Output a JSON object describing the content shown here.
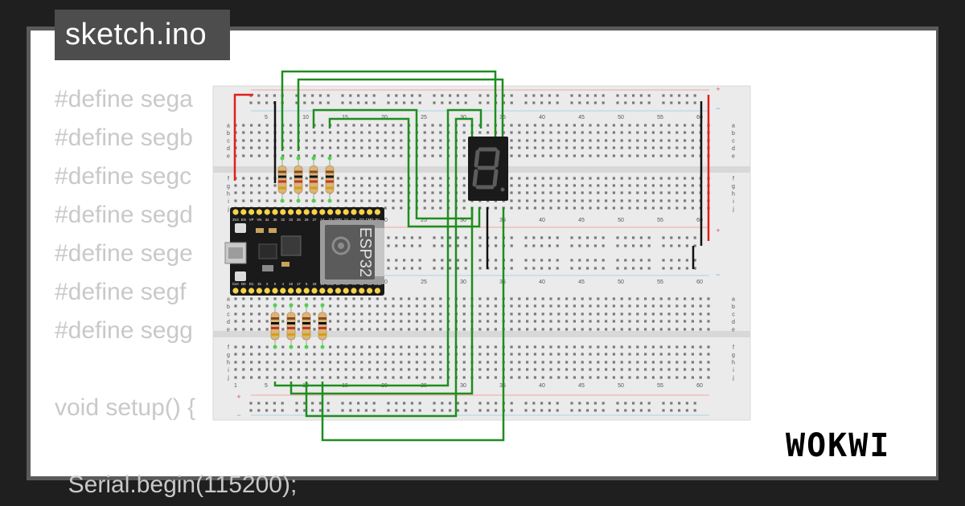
{
  "window": {
    "title": "sketch.ino"
  },
  "code_lines": [
    "#define sega",
    "#define segb",
    "#define segc",
    "#define segd",
    "#define sege",
    "#define segf",
    "#define segg",
    "",
    "void setup() {",
    "",
    "  Serial.begin(115200);"
  ],
  "breadboard": {
    "column_numbers": [
      "1",
      "5",
      "10",
      "15",
      "20",
      "25",
      "30",
      "35",
      "40",
      "45",
      "50",
      "55",
      "60"
    ],
    "row_letters_top": [
      "a",
      "b",
      "c",
      "d",
      "e"
    ],
    "row_letters_bottom": [
      "f",
      "g",
      "h",
      "i",
      "j"
    ],
    "rail_plus": "+",
    "rail_minus": "−"
  },
  "esp32": {
    "chip_label": "ESP32",
    "top_pins": [
      "3V3",
      "EN",
      "VP",
      "VN",
      "34",
      "35",
      "32",
      "33",
      "25",
      "26",
      "27",
      "14",
      "12",
      "GND",
      "13",
      "D2",
      "D3",
      "CMD",
      "5V"
    ],
    "bottom_pins": [
      "CLK",
      "D0",
      "D1",
      "15",
      "2",
      "0",
      "4",
      "16",
      "17",
      "5",
      "18",
      "19",
      "GND",
      "21",
      "RX",
      "TX",
      "22",
      "23",
      "GND"
    ]
  },
  "display": {
    "type": "7-segment",
    "digit_shown": "8"
  },
  "brand": {
    "logo": "WOKWI"
  },
  "colors": {
    "wire_green": "#1e8e1e",
    "wire_red": "#e0201c",
    "wire_black": "#111111",
    "board_black": "#1a1a1a",
    "pin_yellow": "#f6d34a",
    "code_gray": "#c9c9c9",
    "tab_gray": "#4d4d4d"
  }
}
